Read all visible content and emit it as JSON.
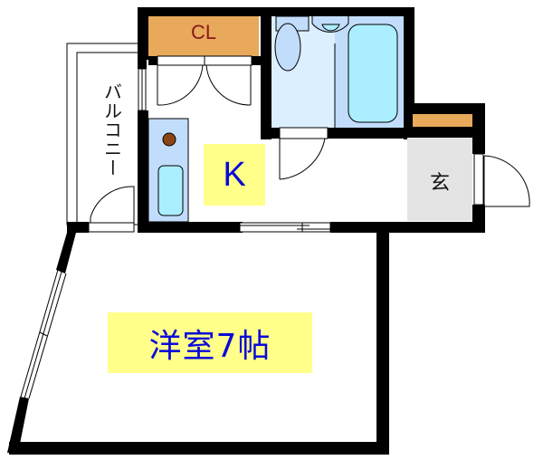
{
  "floor_plan": {
    "rooms": {
      "closet": {
        "label": "CL"
      },
      "kitchen": {
        "label": "K"
      },
      "entrance": {
        "label": "玄"
      },
      "balcony": {
        "label": "バルコニー"
      },
      "western_room": {
        "label": "洋室7帖"
      }
    },
    "colors": {
      "wall": "#000000",
      "closet_fill": "#e8a95a",
      "entrance_shelf": "#e8a95a",
      "bathroom_fill": "#dcefff",
      "bathtub_area": "#c2ddfb",
      "fixture_fill": "#aaeeff",
      "entrance_floor": "#e4e4e4",
      "label_bg": "#ffff8a",
      "label_text": "#0a0ad8",
      "stove": "#8b4513"
    }
  }
}
